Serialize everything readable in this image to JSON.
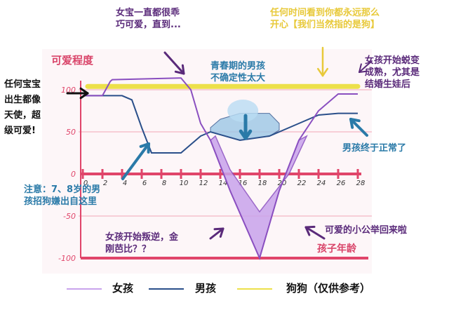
{
  "chart_data": {
    "type": "line",
    "ylabel": "可爱程度",
    "xlabel": "孩子年龄",
    "xlim": [
      0,
      28
    ],
    "ylim": [
      -100,
      100
    ],
    "yticks": [
      "100",
      "50",
      "0",
      "-50",
      "-100"
    ],
    "xticks": [
      "0",
      "2",
      "4",
      "6",
      "8",
      "10",
      "12",
      "14",
      "16",
      "18",
      "20",
      "22",
      "24",
      "26",
      "28"
    ],
    "series": [
      {
        "name": "女孩",
        "color": "#8a4fc0",
        "x": [
          0,
          2,
          2.8,
          3,
          10,
          11,
          12,
          13,
          15,
          18,
          20,
          22,
          24,
          26,
          28
        ],
        "values": [
          93,
          93,
          110,
          112,
          114,
          100,
          60,
          40,
          -20,
          -100,
          -20,
          40,
          75,
          95,
          95
        ]
      },
      {
        "name": "男孩",
        "color": "#2a4f8a",
        "x": [
          0,
          4,
          5,
          6,
          7,
          9,
          10,
          12,
          13,
          16,
          19,
          22,
          24,
          26,
          28
        ],
        "values": [
          93,
          93,
          88,
          55,
          25,
          25,
          25,
          45,
          50,
          40,
          45,
          60,
          70,
          72,
          72
        ]
      },
      {
        "name": "狗狗（仅供参考）",
        "color": "#ece04a",
        "x": [
          0.5,
          28
        ],
        "values": [
          100,
          100
        ]
      }
    ],
    "boy_band_upper": {
      "x": [
        13,
        14,
        16,
        19,
        20
      ],
      "values": [
        55,
        65,
        72,
        72,
        60
      ]
    },
    "legend": [
      "女孩",
      "男孩",
      "狗狗（仅供参考）"
    ],
    "legend_position": "bottom"
  },
  "annotations": {
    "girl_good": [
      "女宝一直都很乖",
      "巧可爱，直到..."
    ],
    "dog": [
      "任何时间看到你都永远那么",
      "开心【我们当然指的是狗】"
    ],
    "baby": [
      "任何宝宝",
      "出生都像",
      "天使，超",
      "级可爱!"
    ],
    "teen_boy": [
      "青春期的男孩",
      "不确定性太大"
    ],
    "girl_mature": [
      "女孩开始蜕变",
      "成熟，尤其是",
      "结婚生娃后"
    ],
    "boy_normal": "男孩终于正常了",
    "note": [
      "注意：7、8岁的男",
      "孩招狗嫌出自这里"
    ],
    "girl_rebel": [
      "女孩开始叛逆，金",
      "刚芭比？？"
    ],
    "girl_back": "可爱的小公举回来啦"
  },
  "colors": {
    "axis": "#e0456a",
    "grid": "#f5c0cc"
  }
}
